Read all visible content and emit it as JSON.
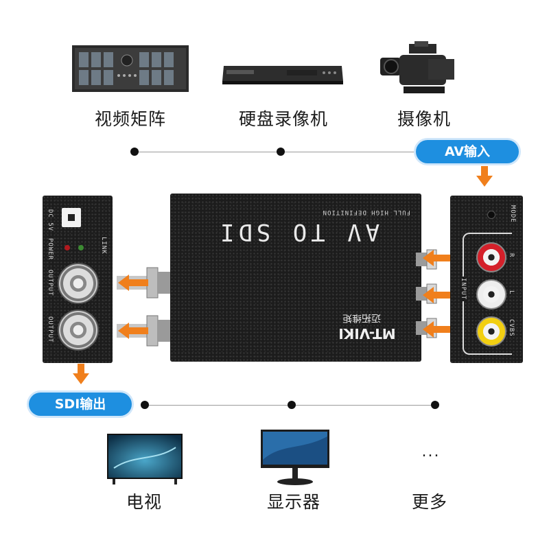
{
  "sources": [
    {
      "label": "视频矩阵",
      "icon": "video-matrix-icon"
    },
    {
      "label": "硬盘录像机",
      "icon": "dvr-icon"
    },
    {
      "label": "摄像机",
      "icon": "camcorder-icon"
    }
  ],
  "outputs": [
    {
      "label": "电视",
      "icon": "tv-icon"
    },
    {
      "label": "显示器",
      "icon": "monitor-icon"
    },
    {
      "label": "更多",
      "icon": "ellipsis-icon",
      "symbol": "..."
    }
  ],
  "badges": {
    "input": "AV输入",
    "output": "SDI输出"
  },
  "device": {
    "title": "AV TO SDI",
    "subtitle": "FULL HIGH DEFINITION",
    "brand": "MT-VIKI",
    "brand_cn": "迈拓维矩"
  },
  "left_panel": {
    "labels": [
      "DC 5V",
      "POWER",
      "OUTPUT",
      "OUTPUT"
    ],
    "link_label": "LINK"
  },
  "right_panel": {
    "mode_label": "MODE",
    "input_label": "INPUT",
    "rca_labels": [
      "R",
      "L",
      "CVBS"
    ]
  },
  "colors": {
    "accent_blue": "#1e8fe0",
    "arrow_orange": "#f07f1c",
    "rca_red": "#d4202a",
    "rca_white": "#eeeeee",
    "rca_yellow": "#f2cf12"
  }
}
